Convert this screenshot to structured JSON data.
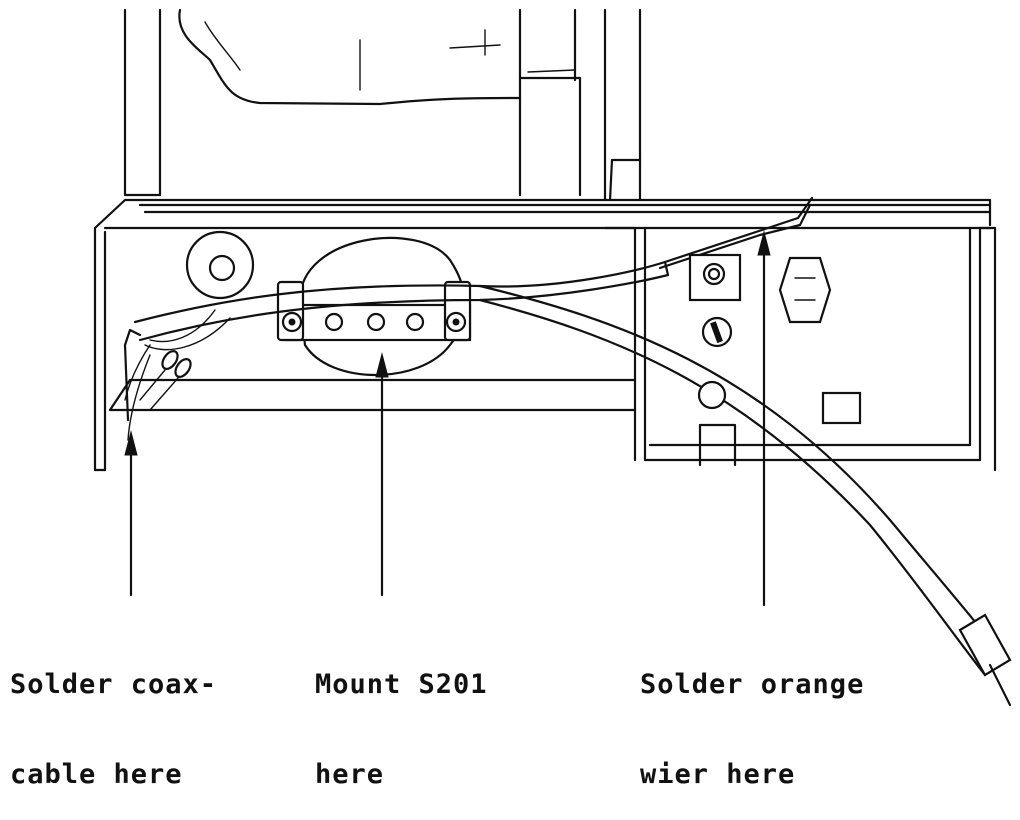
{
  "labels": {
    "coax": {
      "line1": "Solder coax-",
      "line2": "cable here"
    },
    "mount": {
      "line1": "Mount S201",
      "line2": "here"
    },
    "orange": {
      "line1": "Solder orange",
      "line2": "wier here"
    }
  },
  "colors": {
    "ink": "#111111",
    "paper": "#ffffff"
  }
}
